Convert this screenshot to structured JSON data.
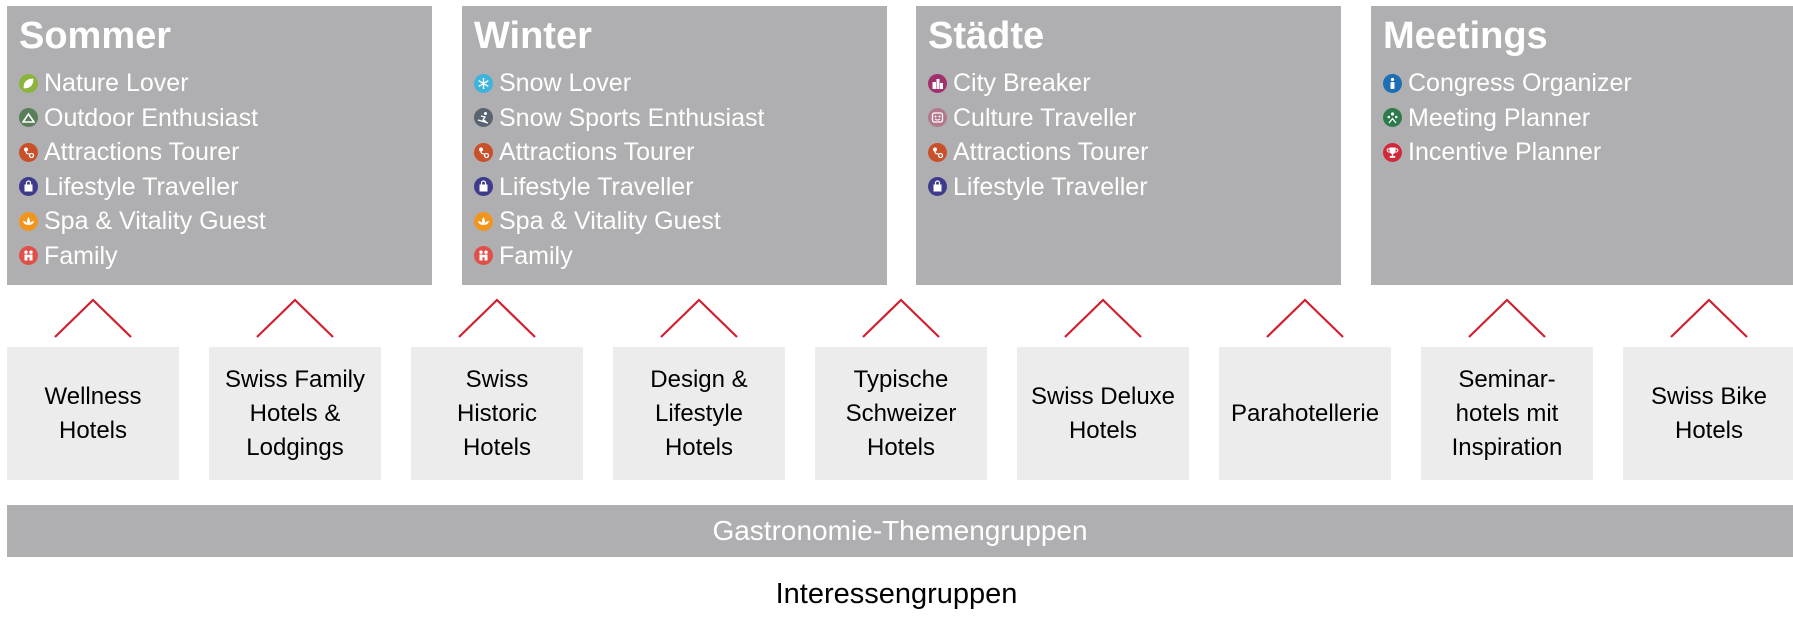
{
  "segments": [
    {
      "title": "Sommer",
      "items": [
        {
          "label": "Nature Lover",
          "icon": "leaf-icon",
          "color": "#8cb43c"
        },
        {
          "label": "Outdoor Enthusiast",
          "icon": "mountain-icon",
          "color": "#5a7d5a"
        },
        {
          "label": "Attractions Tourer",
          "icon": "route-icon",
          "color": "#c8502a"
        },
        {
          "label": "Lifestyle Traveller",
          "icon": "shopping-bag-icon",
          "color": "#3e3b8c"
        },
        {
          "label": "Spa & Vitality Guest",
          "icon": "lotus-icon",
          "color": "#f0961e"
        },
        {
          "label": "Family",
          "icon": "family-icon",
          "color": "#e0504b"
        }
      ]
    },
    {
      "title": "Winter",
      "items": [
        {
          "label": "Snow Lover",
          "icon": "snowflake-icon",
          "color": "#3cb4dc"
        },
        {
          "label": "Snow Sports Enthusiast",
          "icon": "skier-icon",
          "color": "#5a6470"
        },
        {
          "label": "Attractions Tourer",
          "icon": "route-icon",
          "color": "#c8502a"
        },
        {
          "label": "Lifestyle Traveller",
          "icon": "shopping-bag-icon",
          "color": "#3e3b8c"
        },
        {
          "label": "Spa & Vitality Guest",
          "icon": "lotus-icon",
          "color": "#f0961e"
        },
        {
          "label": "Family",
          "icon": "family-icon",
          "color": "#e0504b"
        }
      ]
    },
    {
      "title": "Städte",
      "items": [
        {
          "label": "City Breaker",
          "icon": "city-icon",
          "color": "#a0306e"
        },
        {
          "label": "Culture Traveller",
          "icon": "theater-icon",
          "color": "#b4788c"
        },
        {
          "label": "Attractions Tourer",
          "icon": "route-icon",
          "color": "#c8502a"
        },
        {
          "label": "Lifestyle Traveller",
          "icon": "shopping-bag-icon",
          "color": "#3e3b8c"
        }
      ]
    },
    {
      "title": "Meetings",
      "items": [
        {
          "label": "Congress Organizer",
          "icon": "speaker-icon",
          "color": "#1e6eb4"
        },
        {
          "label": "Meeting Planner",
          "icon": "group-icon",
          "color": "#2d7a4a"
        },
        {
          "label": "Incentive Planner",
          "icon": "trophy-icon",
          "color": "#d2283c"
        }
      ]
    }
  ],
  "hotel_groups": [
    "Wellness\nHotels",
    "Swiss Family\nHotels &\nLodgings",
    "Swiss\nHistoric\nHotels",
    "Design &\nLifestyle\nHotels",
    "Typische\nSchweizer\nHotels",
    "Swiss Deluxe\nHotels",
    "Parahotellerie",
    "Seminar-\nhotels mit\nInspiration",
    "Swiss Bike\nHotels"
  ],
  "gastro_label": "Gastronomie-Themengruppen",
  "interest_label": "Interessengruppen",
  "colors": {
    "segment_bg": "#afafb1",
    "box_bg": "#ececec",
    "chevron": "#d0202e"
  }
}
